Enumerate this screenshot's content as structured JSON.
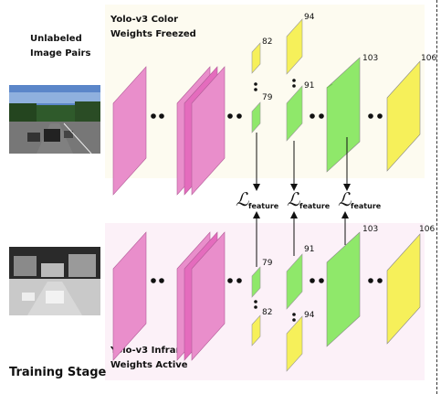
{
  "top_label": [
    "Yolo-v3 Color",
    "Weights Freezed"
  ],
  "bottom_label": [
    "Yolo-v3 Infrared",
    "Weights Active"
  ],
  "left_label": [
    "Unlabeled",
    "Image Pairs"
  ],
  "stage_label": "Training Stage",
  "loss_symbol": "ℒ",
  "loss_subscript": "feature",
  "top_layer_numbers": [
    "82",
    "94",
    "79",
    "91",
    "103",
    "106"
  ],
  "bottom_layer_numbers": [
    "79",
    "91",
    "103",
    "106",
    "82",
    "94"
  ],
  "colors": {
    "pink": "#e98ecb",
    "magenta": "#e04fb0",
    "green": "#8fe86a",
    "yellow": "#f6f05a",
    "band_top": "#fdfbf0",
    "band_bottom": "#fcf1f8"
  }
}
